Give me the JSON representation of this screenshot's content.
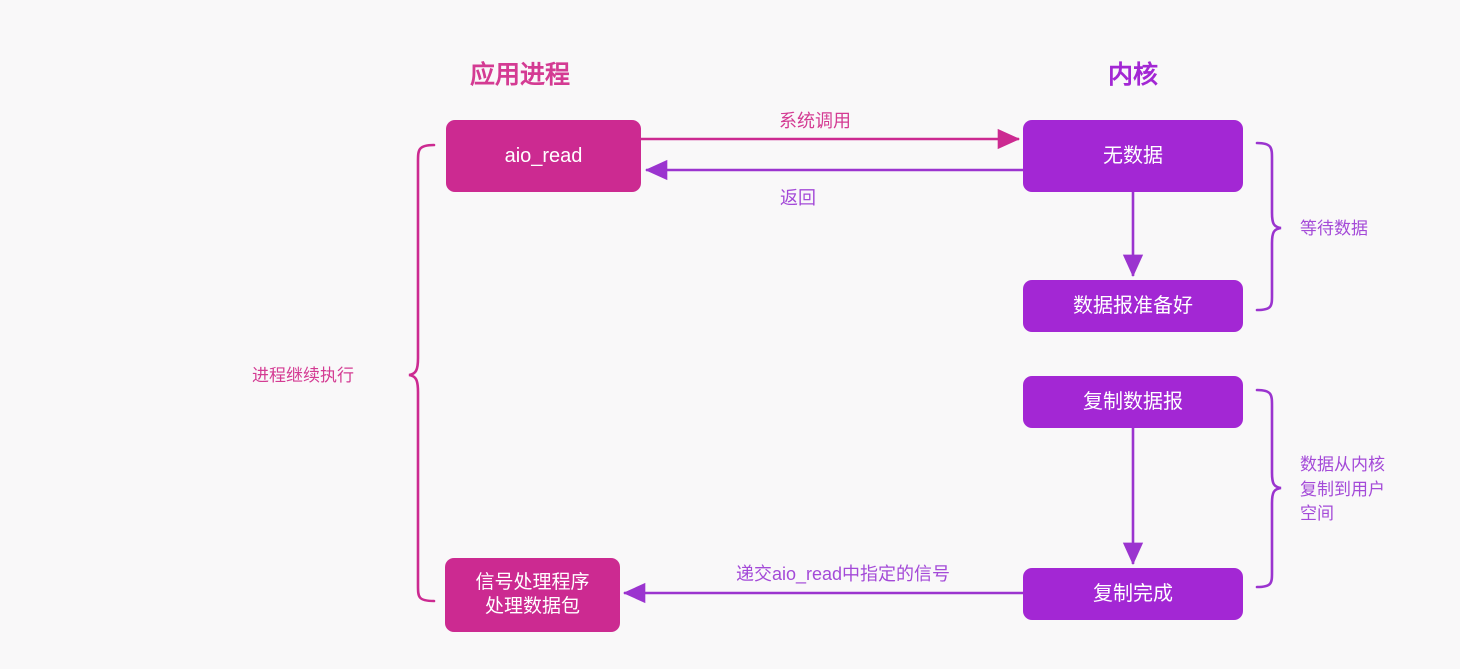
{
  "diagram": {
    "title_app": "应用进程",
    "title_kernel": "内核",
    "background_color": "#f9f8f9",
    "app_color": "#cc2a91",
    "kernel_color": "#a327d4",
    "app_label_color": "#d43b93",
    "kernel_label_color": "#a44ad8"
  },
  "nodes": {
    "aio_read": "aio_read",
    "signal_handler": "信号处理程序\n处理数据包",
    "no_data": "无数据",
    "datagram_ready": "数据报准备好",
    "copy_datagram": "复制数据报",
    "copy_done": "复制完成"
  },
  "edges": {
    "syscall": "系统调用",
    "return": "返回",
    "deliver_signal": "递交aio_read中指定的信号"
  },
  "braces": {
    "process_continues": "进程继续执行",
    "wait_for_data": "等待数据",
    "copy_kernel_to_user": "数据从内核\n复制到用户\n空间"
  }
}
